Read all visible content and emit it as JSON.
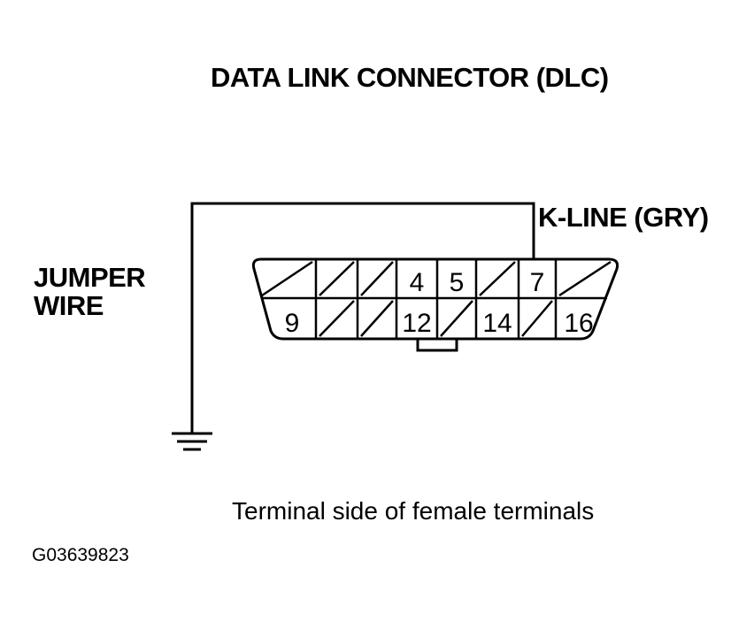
{
  "title": "DATA LINK CONNECTOR (DLC)",
  "k_line_label": "K-LINE (GRY)",
  "jumper_label_line1": "JUMPER",
  "jumper_label_line2": "WIRE",
  "caption": "Terminal side of female terminals",
  "figure_id": "G03639823",
  "connector": {
    "top_row": [
      {
        "pin": "",
        "used": false
      },
      {
        "pin": "",
        "used": false
      },
      {
        "pin": "",
        "used": false
      },
      {
        "pin": "4",
        "used": true
      },
      {
        "pin": "5",
        "used": true
      },
      {
        "pin": "",
        "used": false
      },
      {
        "pin": "7",
        "used": true
      },
      {
        "pin": "",
        "used": false
      }
    ],
    "bottom_row": [
      {
        "pin": "9",
        "used": true
      },
      {
        "pin": "",
        "used": false
      },
      {
        "pin": "",
        "used": false
      },
      {
        "pin": "12",
        "used": true
      },
      {
        "pin": "",
        "used": false
      },
      {
        "pin": "14",
        "used": true
      },
      {
        "pin": "",
        "used": false
      },
      {
        "pin": "16",
        "used": true
      }
    ]
  },
  "colors": {
    "line": "#000000",
    "background": "#ffffff"
  }
}
